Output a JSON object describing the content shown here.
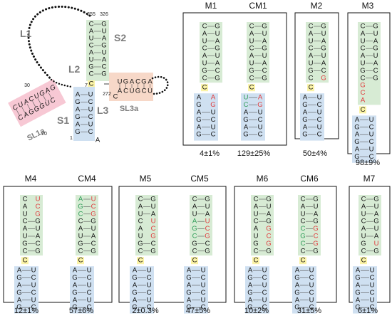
{
  "colors": {
    "stem_green": "#d7ebd4",
    "stem_blue": "#cfe0f1",
    "junction_yellow": "#fbf3a6",
    "sl1a_pink": "#f7c8d4",
    "sl3a_peach": "#f7d8c8",
    "mut_red": "#e0393a",
    "comp_green": "#2e9c57",
    "label_gray": "#7d7d7d"
  },
  "overview": {
    "labels": {
      "L1": "L1",
      "S2": "S2",
      "L2": "L2",
      "L3": "L3",
      "S1": "S1",
      "SL1a": "SL1a",
      "SL3a": "SL3a"
    },
    "numbers": {
      "n255": "255",
      "n326": "326",
      "n7": "7",
      "n30": "30",
      "n20": "20",
      "n272": "272",
      "n1": "1"
    },
    "s2_left": [
      "C",
      "A",
      "U",
      "C",
      "A",
      "U",
      "G",
      "C"
    ],
    "s2_right": [
      "G",
      "U",
      "A",
      "G",
      "U",
      "A",
      "C",
      "G"
    ],
    "s1_left": [
      "A",
      "G",
      "A",
      "G",
      "A",
      "G"
    ],
    "s1_right": [
      "U",
      "C",
      "U",
      "C",
      "U",
      "C"
    ],
    "s1_tail": "A",
    "junction_l2": "C",
    "sl1a_seq": "CUACUGAGCAGGGUC",
    "sl3a_top": "UGACGA",
    "sl3a_bottom": "ACUGCU",
    "sl3a_c": "C"
  },
  "panels": [
    {
      "title": "M1",
      "result": "4±1%"
    },
    {
      "title": "CM1",
      "result": "129±25%"
    },
    {
      "title": "M2",
      "result": "50±4%"
    },
    {
      "title": "M3",
      "result": "98±9%"
    },
    {
      "title": "M4",
      "result": "12±1%"
    },
    {
      "title": "CM4",
      "result": "57±6%"
    },
    {
      "title": "M5",
      "result": "2±0.3%"
    },
    {
      "title": "CM5",
      "result": "47±5%"
    },
    {
      "title": "M6",
      "result": "10±2%"
    },
    {
      "title": "CM6",
      "result": "31±5%"
    },
    {
      "title": "M7",
      "result": "6±1%"
    }
  ]
}
